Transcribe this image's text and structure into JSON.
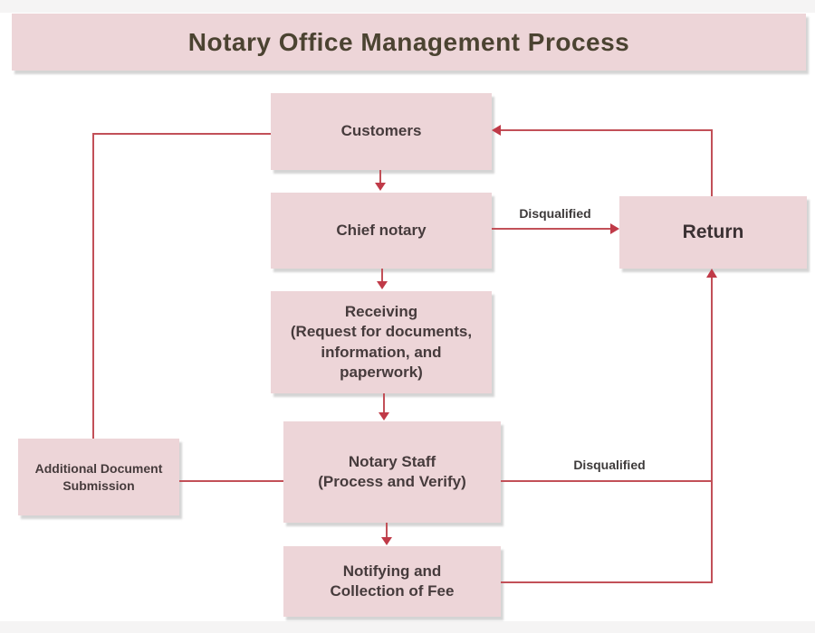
{
  "diagram": {
    "title": "Notary Office Management Process",
    "nodes": {
      "customers": {
        "label": "Customers"
      },
      "chief_notary": {
        "label": "Chief notary"
      },
      "receiving": {
        "label": "Receiving\n(Request for documents,\ninformation, and\npaperwork)"
      },
      "notary_staff": {
        "label": "Notary Staff\n(Process and Verify)"
      },
      "notifying": {
        "label": "Notifying and\nCollection of Fee"
      },
      "additional_doc": {
        "label": "Additional Document\nSubmission"
      },
      "return": {
        "label": "Return"
      }
    },
    "edges": [
      {
        "from": "Customers",
        "to": "Chief notary",
        "label": ""
      },
      {
        "from": "Chief notary",
        "to": "Receiving",
        "label": ""
      },
      {
        "from": "Chief notary",
        "to": "Return",
        "label": "Disqualified"
      },
      {
        "from": "Receiving",
        "to": "Notary Staff",
        "label": ""
      },
      {
        "from": "Notary Staff",
        "to": "Notifying and Collection of Fee",
        "label": ""
      },
      {
        "from": "Notary Staff",
        "to": "Return",
        "label": "Disqualified"
      },
      {
        "from": "Notifying and Collection of Fee",
        "to": "Return",
        "label": ""
      },
      {
        "from": "Return",
        "to": "Customers",
        "label": ""
      },
      {
        "from": "Notary Staff",
        "to": "Additional Document Submission",
        "label": ""
      },
      {
        "from": "Additional Document Submission",
        "to": "Customers",
        "label": ""
      }
    ],
    "colors": {
      "node_fill": "#edd5d8",
      "line": "#c25058",
      "arrowhead": "#c03a48",
      "title_text": "#4b4331",
      "node_text": "#463b3c",
      "edge_label_text": "#3d3a3a",
      "page_margin": "#f5f4f4"
    }
  }
}
